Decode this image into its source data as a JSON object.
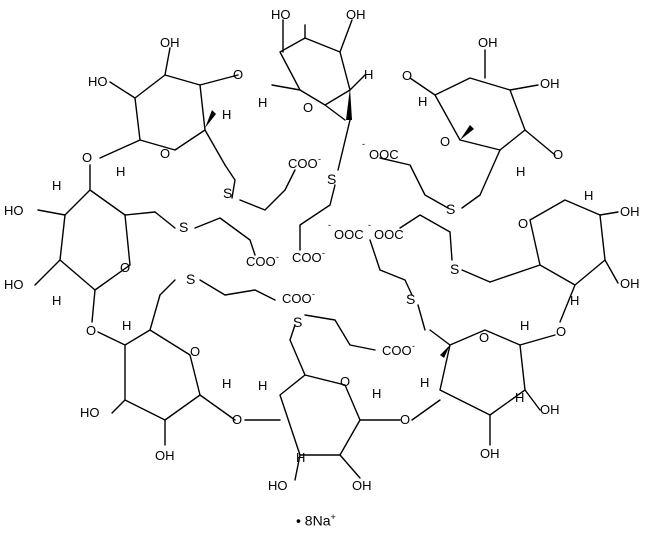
{
  "labels": {
    "OH": "OH",
    "HO": "HO",
    "O": "O",
    "H": "H",
    "S": "S",
    "COO_minus_right": "COO",
    "OOC_minus_left": "OOC",
    "minus": "-",
    "plus": "+"
  },
  "counterion": {
    "bullet": "•",
    "formula": "8Na",
    "charge": "+"
  }
}
